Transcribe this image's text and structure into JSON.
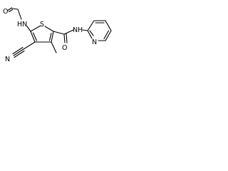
{
  "structure": {
    "atom_labels": {
      "aldehyde_o": "O",
      "amide1_n": "HN",
      "ring_s": "S",
      "nitrile_n": "N",
      "amide2_o": "O",
      "amide2_n": "N",
      "amide2_h": "H",
      "pyridine_n": "N"
    }
  }
}
